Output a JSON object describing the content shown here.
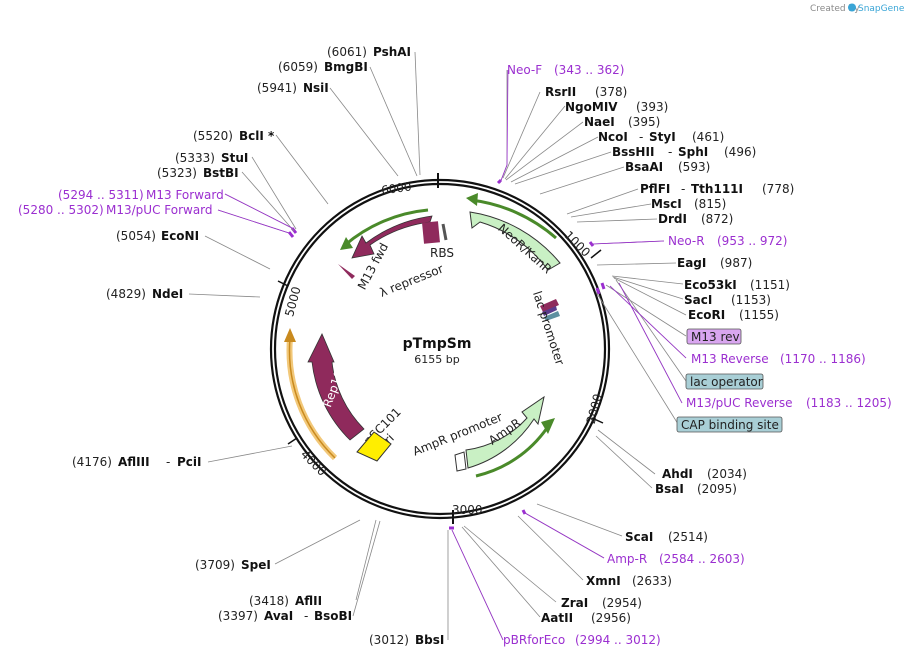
{
  "credit": {
    "text": "Created by",
    "brand": "SnapGene"
  },
  "plasmid": {
    "name": "pTmpSm",
    "length": "6155 bp"
  },
  "ticks": [
    "1000",
    "2000",
    "3000",
    "4000",
    "5000",
    "6000"
  ],
  "enzymes_right": [
    {
      "pos": "(378)",
      "name": "RsrII"
    },
    {
      "pos": "(393)",
      "name": "NgoMIV"
    },
    {
      "pos": "(395)",
      "name": "NaeI"
    },
    {
      "pos": "(461)",
      "name": "NcoI",
      "sep": "-",
      "name2": "StyI"
    },
    {
      "pos": "(496)",
      "name": "BssHII",
      "sep": "-",
      "name2": "SphI"
    },
    {
      "pos": "(593)",
      "name": "BsaAI"
    },
    {
      "pos": "(778)",
      "name": "PflFI",
      "sep": "-",
      "name2": "Tth111I"
    },
    {
      "pos": "(815)",
      "name": "MscI"
    },
    {
      "pos": "(872)",
      "name": "DrdI"
    },
    {
      "pos": "(987)",
      "name": "EagI"
    },
    {
      "pos": "(1151)",
      "name": "Eco53kI"
    },
    {
      "pos": "(1153)",
      "name": "SacI"
    },
    {
      "pos": "(1155)",
      "name": "EcoRI"
    },
    {
      "pos": "(2034)",
      "name": "AhdI"
    },
    {
      "pos": "(2095)",
      "name": "BsaI"
    },
    {
      "pos": "(2514)",
      "name": "ScaI"
    },
    {
      "pos": "(2633)",
      "name": "XmnI"
    },
    {
      "pos": "(2954)",
      "name": "ZraI"
    },
    {
      "pos": "(2956)",
      "name": "AatII"
    }
  ],
  "enzymes_left": [
    {
      "pos": "(6061)",
      "name": "PshAI"
    },
    {
      "pos": "(6059)",
      "name": "BmgBI"
    },
    {
      "pos": "(5941)",
      "name": "NsiI"
    },
    {
      "pos": "(5520)",
      "name": "BclI *"
    },
    {
      "pos": "(5333)",
      "name": "StuI"
    },
    {
      "pos": "(5323)",
      "name": "BstBI"
    },
    {
      "pos": "(5054)",
      "name": "EcoNI"
    },
    {
      "pos": "(4829)",
      "name": "NdeI"
    },
    {
      "pos": "(4176)",
      "name": "AflIII",
      "sep": "-",
      "name2": "PciI"
    },
    {
      "pos": "(3709)",
      "name": "SpeI"
    },
    {
      "pos": "(3418)",
      "name": "AflII"
    },
    {
      "pos": "(3397)",
      "name": "AvaI",
      "sep": "-",
      "name2": "BsoBI"
    },
    {
      "pos": "(3012)",
      "name": "BbsI"
    }
  ],
  "primers": [
    {
      "name": "Neo-F",
      "range": "(343 .. 362)"
    },
    {
      "name": "Neo-R",
      "range": "(953 .. 972)"
    },
    {
      "name": "M13 Reverse",
      "range": "(1170 .. 1186)"
    },
    {
      "name": "M13/pUC Reverse",
      "range": "(1183 .. 1205)"
    },
    {
      "name": "Amp-R",
      "range": "(2584 .. 2603)"
    },
    {
      "name": "pBRforEco",
      "range": "(2994 .. 3012)"
    },
    {
      "name": "M13 Forward",
      "range": "(5294 .. 5311)"
    },
    {
      "name": "M13/pUC Forward",
      "range": "(5280 .. 5302)"
    }
  ],
  "boxed_features": [
    {
      "label": "M13 rev",
      "color": "#d9a6f0"
    },
    {
      "label": "lac operator",
      "color": "#a9cfd6"
    },
    {
      "label": "CAP binding site",
      "color": "#a9cfd6"
    }
  ],
  "features": {
    "rbs": "RBS",
    "lambda_repressor": "λ repressor",
    "m13_fwd": "M13 fwd",
    "neor": "NeoR/KanR",
    "lac_promoter": "lac promoter",
    "rep101": "Rep101",
    "psc101": "pSC101",
    "ori": "ori",
    "ampr_promoter": "AmpR promoter",
    "ampr": "AmpR"
  },
  "colors": {
    "backbone": "#111111",
    "primer": "#9b2fd0",
    "green_feature": "#c9f0c4",
    "maroon_feature": "#8f2a5c",
    "orange_feature": "#f2c879",
    "yellow_ori": "#ffee00"
  }
}
